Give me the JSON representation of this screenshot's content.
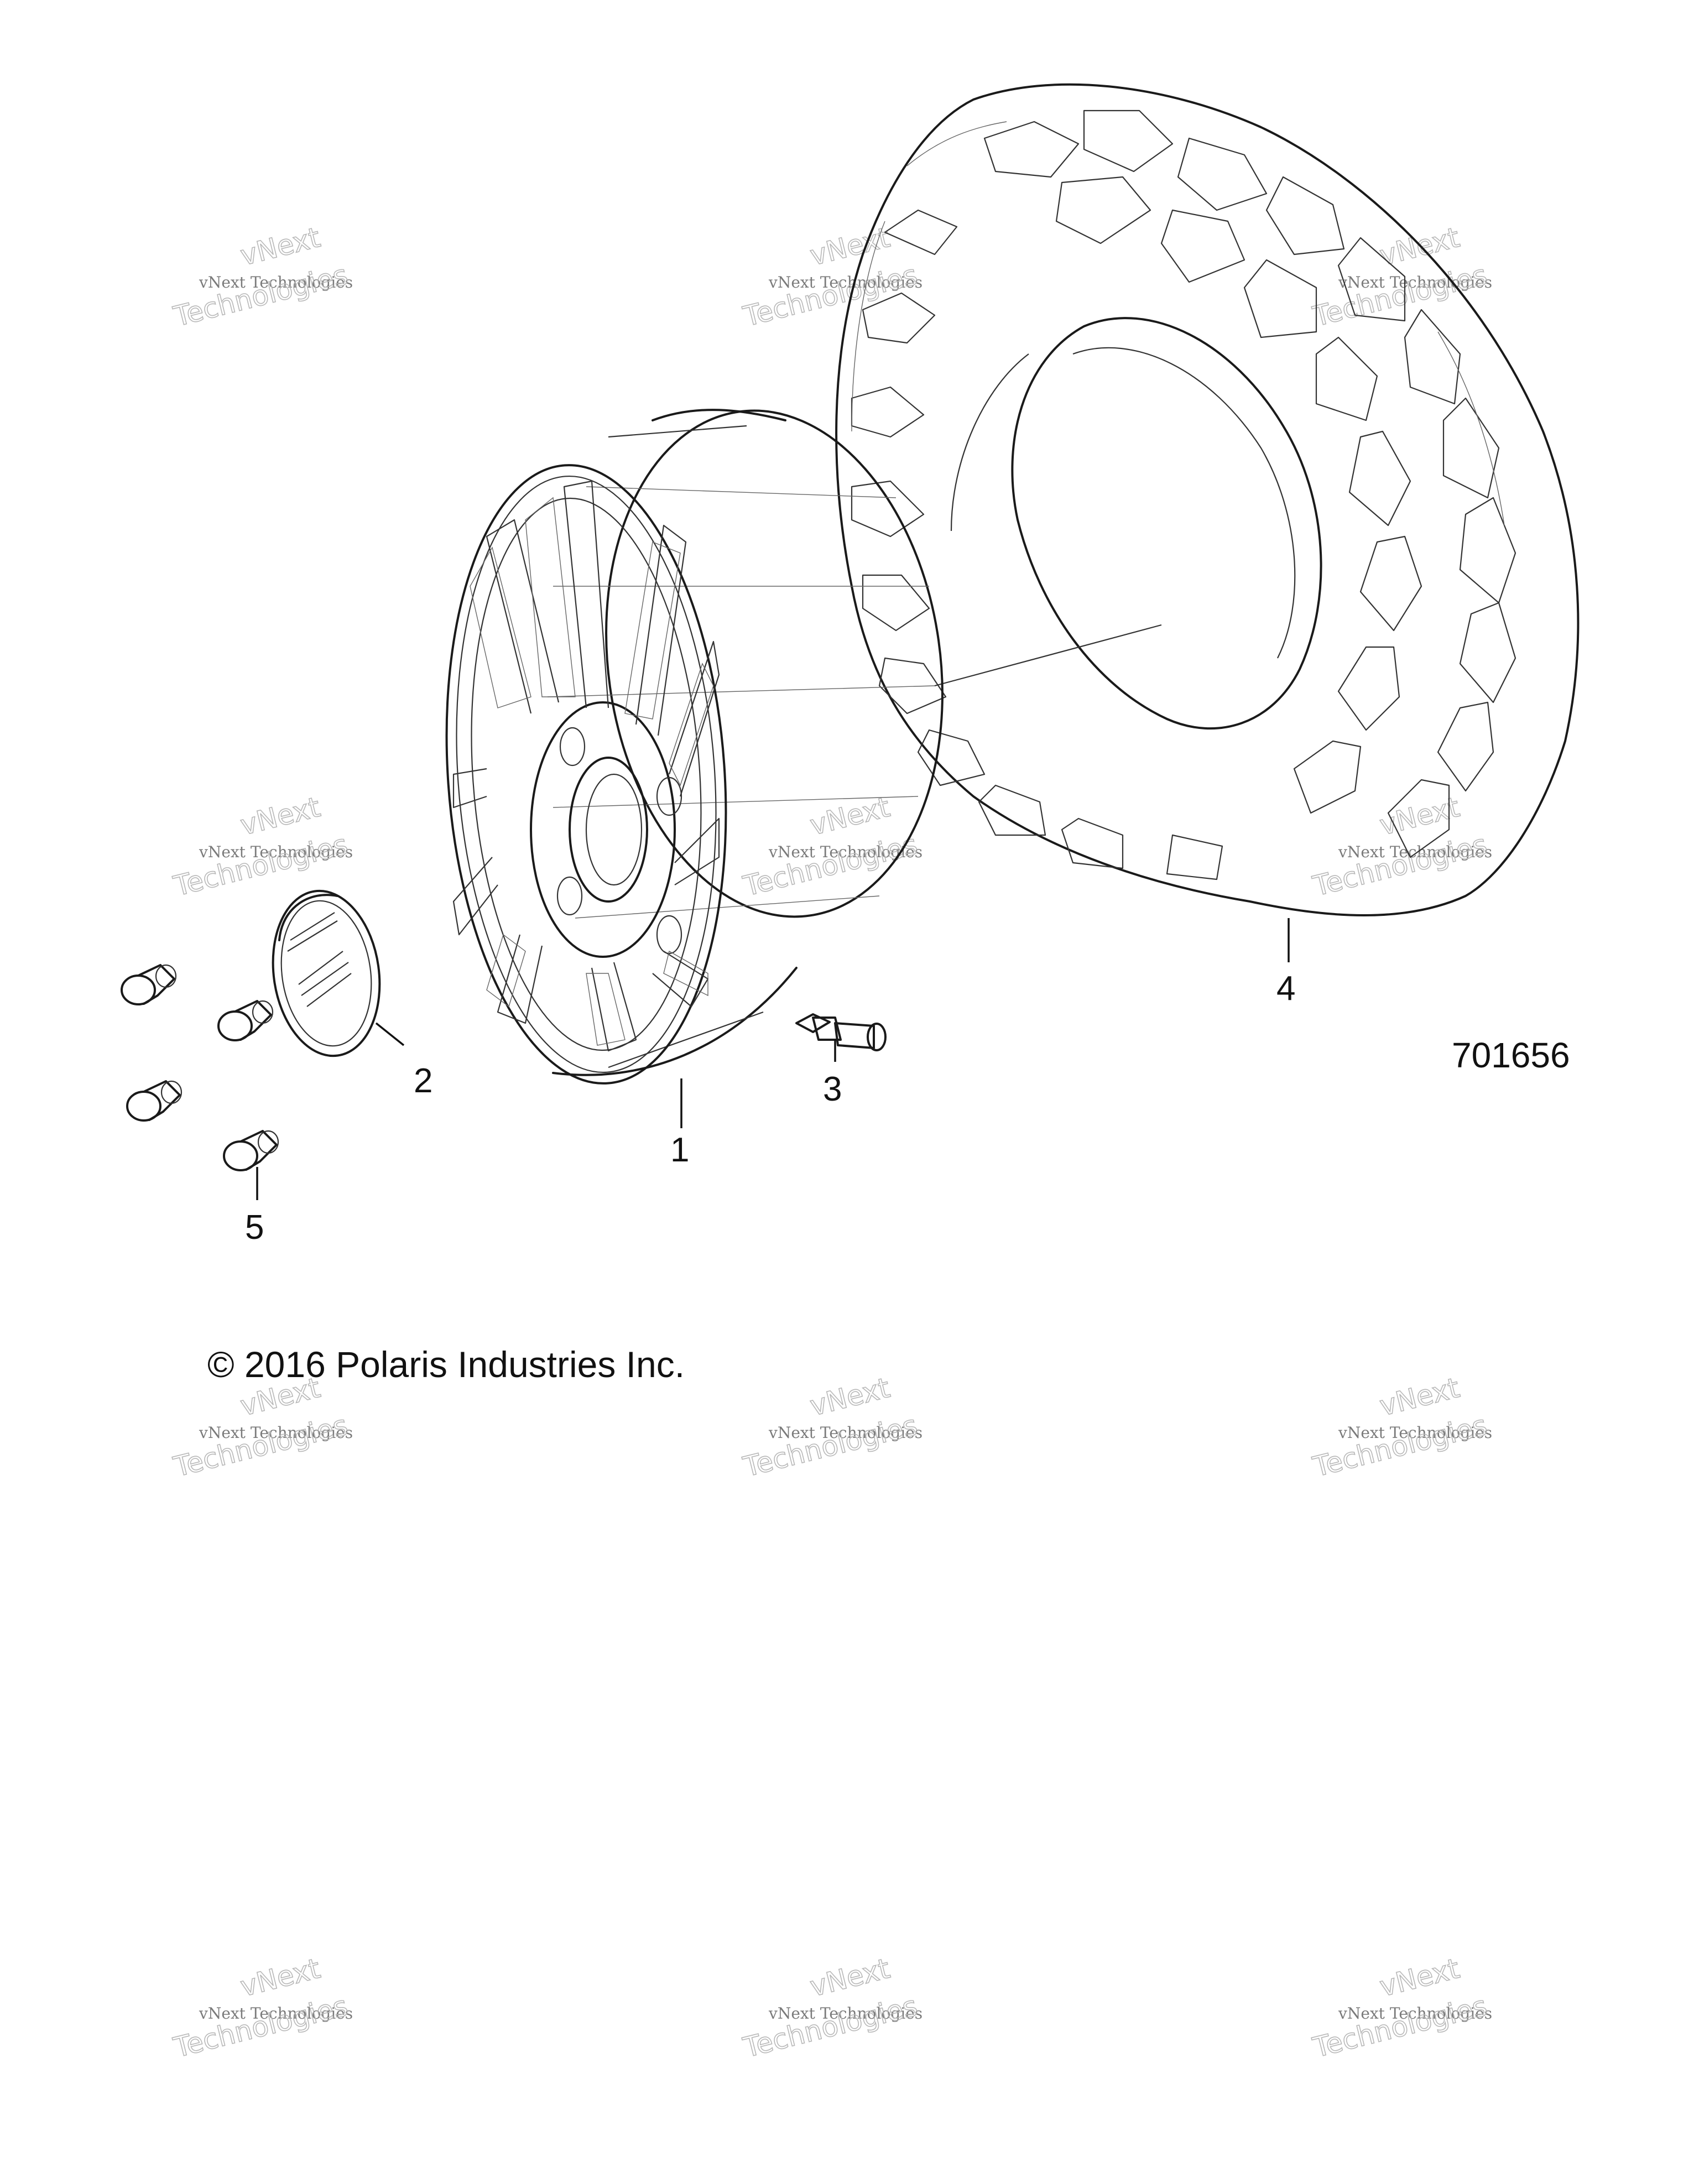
{
  "figure_number": "701656",
  "copyright": "© 2016 Polaris Industries Inc.",
  "callouts": {
    "wheel": "1",
    "center_cap": "2",
    "valve_stem": "3",
    "tire": "4",
    "lug_nut": "5"
  },
  "watermark": {
    "line1": "vNext",
    "line2": "vNext Technologies",
    "line3": "Technologies"
  },
  "colors": {
    "line": "#1a1a1a",
    "watermark": "#b8b8b8",
    "background": "#ffffff"
  }
}
